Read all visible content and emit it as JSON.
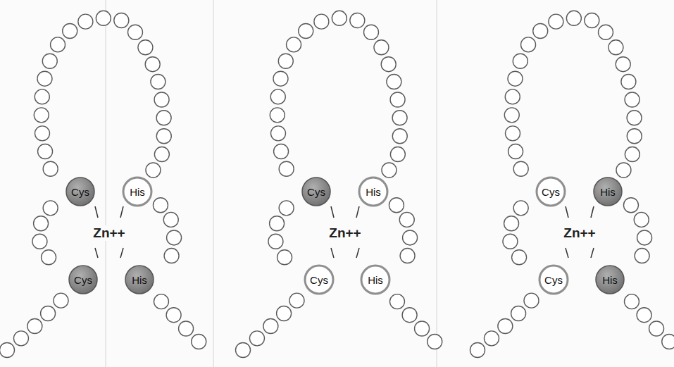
{
  "diagram": {
    "nodes": [
      {
        "text": [
          "Cys"
        ]
      },
      {
        "text": [
          "His"
        ]
      },
      {
        "text": [
          "Cys"
        ]
      },
      {
        "text": [
          "His"
        ]
      },
      {
        "text": [
          "Cys"
        ]
      },
      {
        "text": [
          "His"
        ]
      },
      {
        "text": [
          "Cys"
        ]
      },
      {
        "text": [
          "His"
        ]
      },
      {
        "text": [
          "Cys"
        ]
      },
      {
        "text": [
          "His"
        ]
      },
      {
        "text": [
          "Cys"
        ]
      },
      {
        "text": [
          "His"
        ]
      }
    ],
    "labels": [
      "Zn++",
      "Zn++",
      "Zn++"
    ]
  }
}
